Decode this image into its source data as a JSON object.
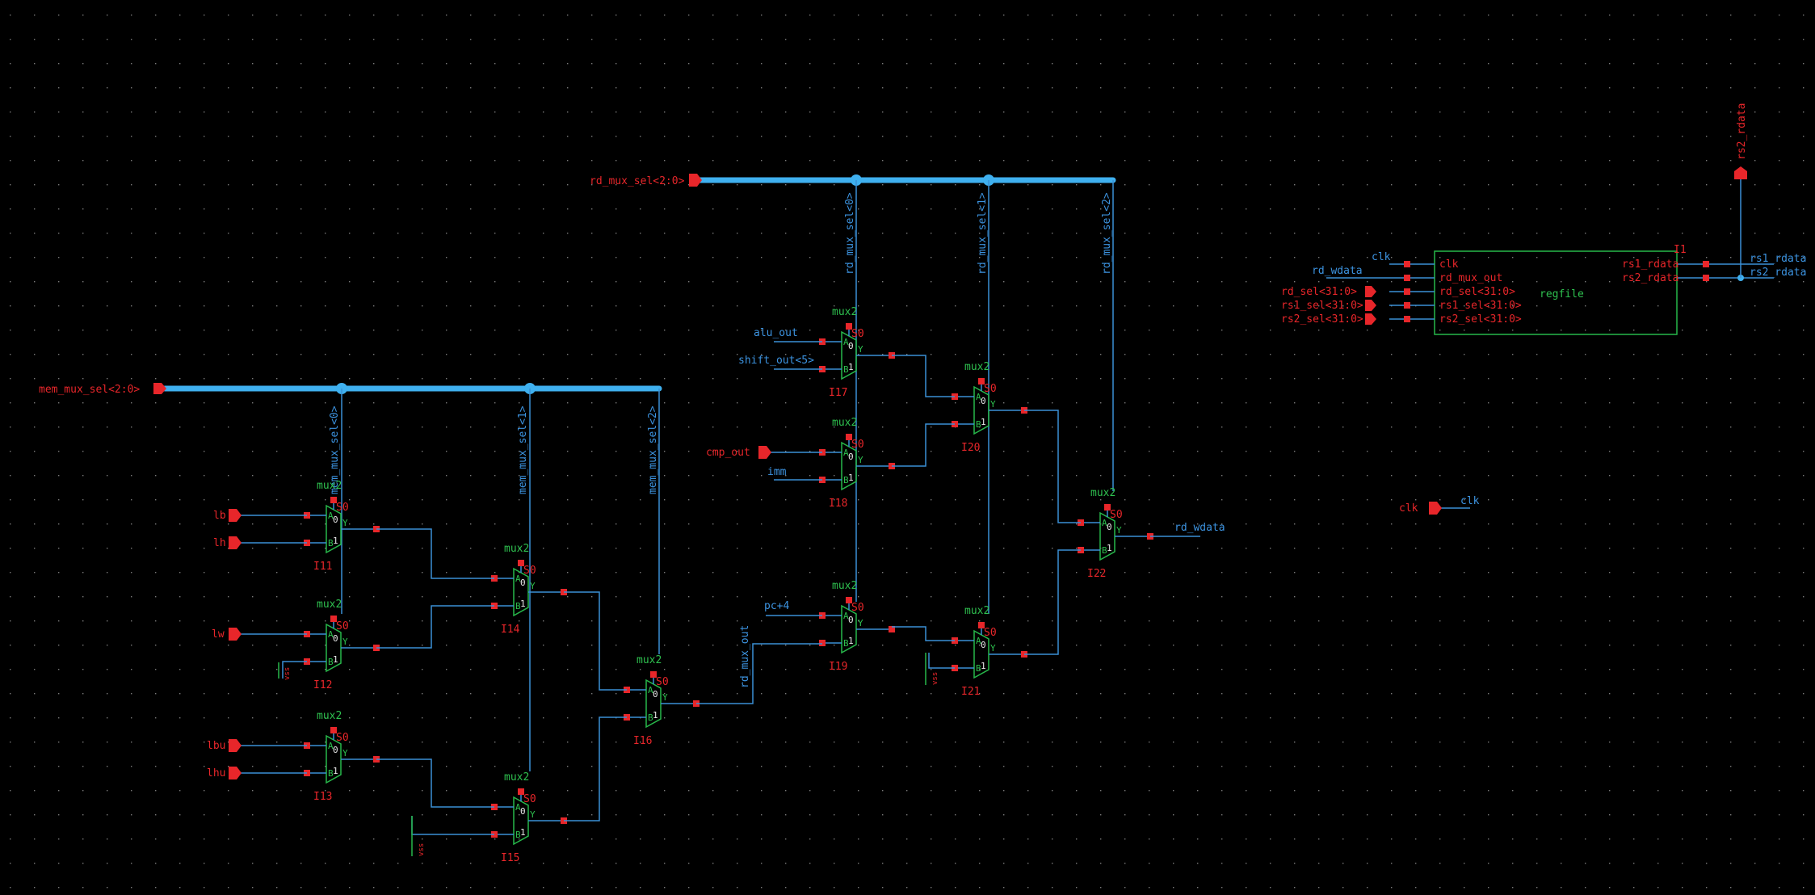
{
  "colors": {
    "background": "#000000",
    "wire": "#3a8fd6",
    "bus": "#3fb0ef",
    "instance": "#27b84a",
    "pin": "#e8262a"
  },
  "labels": {
    "rd_mux_sel_pin": "rd_mux_sel<2:0>",
    "mem_mux_sel_pin": "mem_mux_sel<2:0>",
    "rd_mux_sel0": "rd_mux_sel<0>",
    "rd_mux_sel1": "rd_mux_sel<1>",
    "rd_mux_sel2": "rd_mux_sel<2>",
    "mem_mux_sel0": "mem_mux_sel<0>",
    "mem_mux_sel1": "mem_mux_sel<1>",
    "mem_mux_sel2": "mem_mux_sel<2>",
    "lb": "lb",
    "lh": "lh",
    "lw": "lw",
    "lbu": "lbu",
    "lhu": "lhu",
    "alu_out": "alu_out",
    "shift_out": "shift_out<5>",
    "cmp_out": "cmp_out",
    "imm": "imm",
    "pc4": "pc+4",
    "rd_mux_out": "rd_mux_out",
    "rd_wdata_out": "rd_wdata",
    "clk_pin": "clk",
    "clk_net": "clk",
    "vss": "vss",
    "rs2_rdata_pin": "rs2_rdata"
  },
  "mux": {
    "cell": "mux2",
    "sel": "S0",
    "in_a": "A",
    "in_b": "B",
    "out": "Y",
    "zero": "0",
    "one": "1"
  },
  "muxes": [
    {
      "id": "I11"
    },
    {
      "id": "I12"
    },
    {
      "id": "I13"
    },
    {
      "id": "I14"
    },
    {
      "id": "I15"
    },
    {
      "id": "I16"
    },
    {
      "id": "I17"
    },
    {
      "id": "I18"
    },
    {
      "id": "I19"
    },
    {
      "id": "I20"
    },
    {
      "id": "I21"
    },
    {
      "id": "I22"
    }
  ],
  "regfile": {
    "instance": "I1",
    "cell": "regfile",
    "pins_left": [
      "clk",
      "rd_mux_out",
      "rd_sel<31:0>",
      "rs1_sel<31:0>",
      "rs2_sel<31:0>"
    ],
    "pins_right": [
      "rs1_rdata",
      "rs2_rdata"
    ],
    "nets_left": [
      "clk",
      "rd_wdata",
      "rd_sel<31:0>",
      "rs1_sel<31:0>",
      "rs2_sel<31:0>"
    ],
    "nets_right": [
      "rs1_rdata",
      "rs2_rdata"
    ]
  }
}
